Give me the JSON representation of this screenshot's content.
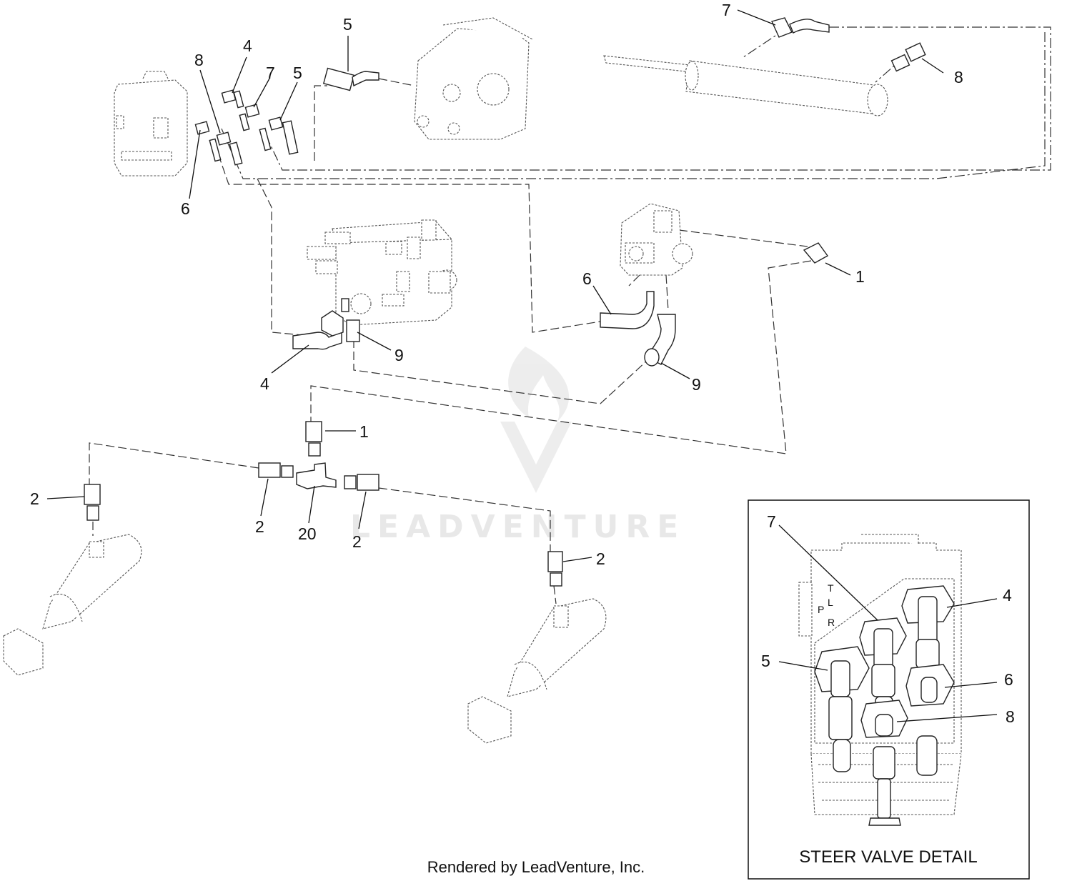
{
  "callouts": {
    "c7_top": "7",
    "c8_top": "8",
    "c5_top": "5",
    "c4_sv": "4",
    "c8_sv": "8",
    "c7_sv": "7",
    "c5_sv": "5",
    "c6_sv": "6",
    "c1_valve": "1",
    "c6_mid": "6",
    "c9_left": "9",
    "c9_right": "9",
    "c4_mid": "4",
    "c1_tee": "1",
    "c2_left": "2",
    "c2_tee_left": "2",
    "c20_tee": "20",
    "c2_tee_right": "2",
    "c2_right": "2",
    "d7": "7",
    "d4": "4",
    "d5": "5",
    "d6": "6",
    "d8": "8"
  },
  "detail": {
    "title": "STEER VALVE DETAIL",
    "port_labels": [
      "T",
      "L",
      "P",
      "R"
    ]
  },
  "footer": "Rendered by LeadVenture, Inc.",
  "watermark": "LEADVENTURE",
  "colors": {
    "ink": "#111111",
    "watermark": "#e6e6e6"
  }
}
